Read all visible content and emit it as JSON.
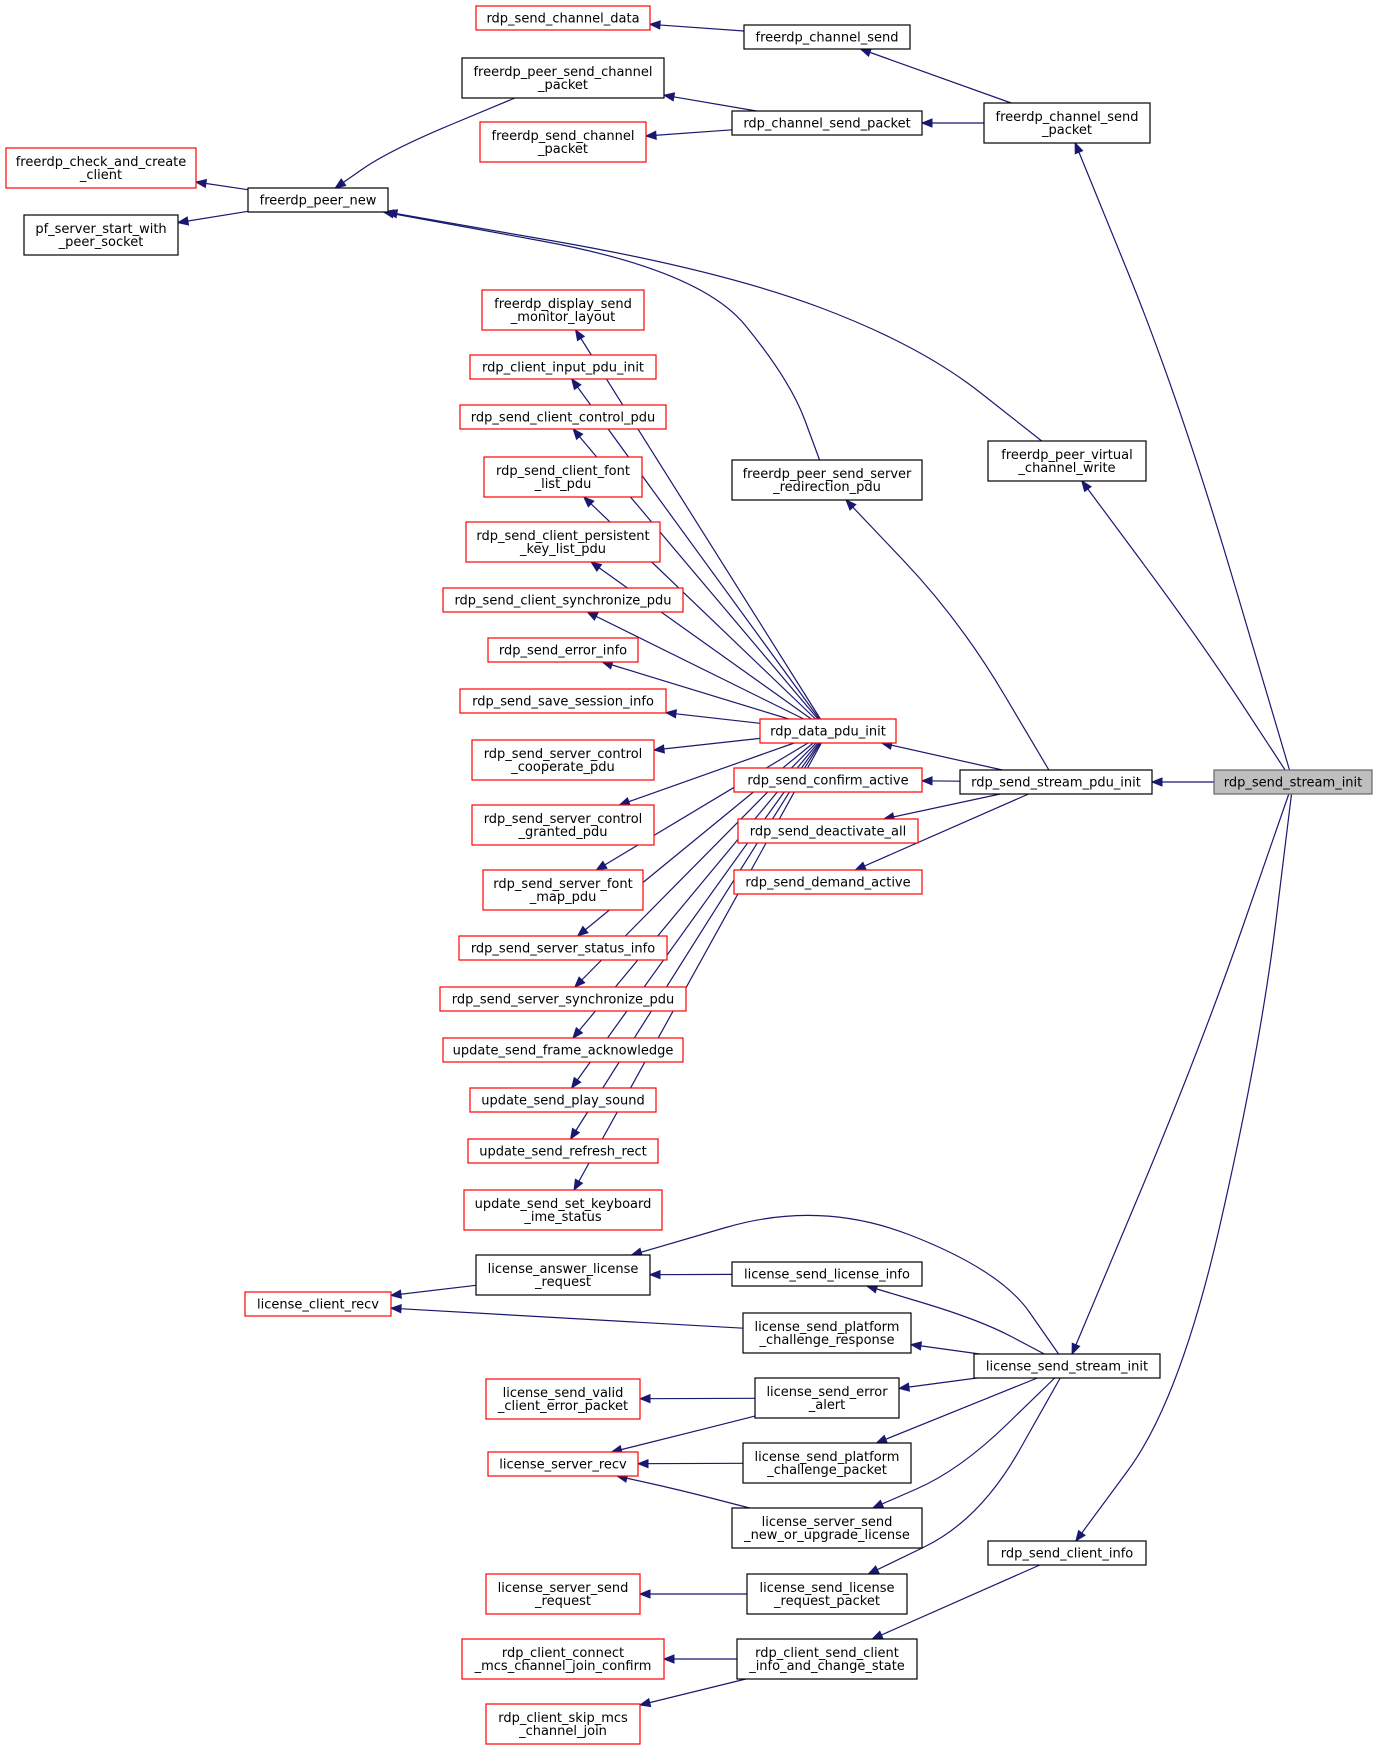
{
  "colors": {
    "edge": "#191970",
    "border_normal": "#000000",
    "border_truncated": "#ff0000",
    "focus_fill": "#bfbfbf",
    "background": "#ffffff"
  },
  "nodes": [
    {
      "id": "rdp_send_stream_init",
      "lines": [
        "rdp_send_stream_init"
      ],
      "style": "focus"
    },
    {
      "id": "rdp_send_stream_pdu_init",
      "lines": [
        "rdp_send_stream_pdu_init"
      ],
      "style": "normal"
    },
    {
      "id": "freerdp_channel_send_packet",
      "lines": [
        "freerdp_channel_send",
        "_packet"
      ],
      "style": "normal"
    },
    {
      "id": "freerdp_channel_send",
      "lines": [
        "freerdp_channel_send"
      ],
      "style": "normal"
    },
    {
      "id": "rdp_send_channel_data",
      "lines": [
        "rdp_send_channel_data"
      ],
      "style": "truncated"
    },
    {
      "id": "rdp_channel_send_packet",
      "lines": [
        "rdp_channel_send_packet"
      ],
      "style": "normal"
    },
    {
      "id": "freerdp_peer_send_channel_packet",
      "lines": [
        "freerdp_peer_send_channel",
        "_packet"
      ],
      "style": "normal"
    },
    {
      "id": "freerdp_send_channel_packet",
      "lines": [
        "freerdp_send_channel",
        "_packet"
      ],
      "style": "truncated"
    },
    {
      "id": "freerdp_peer_new",
      "lines": [
        "freerdp_peer_new"
      ],
      "style": "normal"
    },
    {
      "id": "freerdp_check_and_create_client",
      "lines": [
        "freerdp_check_and_create",
        "_client"
      ],
      "style": "truncated"
    },
    {
      "id": "pf_server_start_with_peer_socket",
      "lines": [
        "pf_server_start_with",
        "_peer_socket"
      ],
      "style": "normal"
    },
    {
      "id": "freerdp_peer_virtual_channel_write",
      "lines": [
        "freerdp_peer_virtual",
        "_channel_write"
      ],
      "style": "normal"
    },
    {
      "id": "freerdp_peer_send_server_redirection_pdu",
      "lines": [
        "freerdp_peer_send_server",
        "_redirection_pdu"
      ],
      "style": "normal"
    },
    {
      "id": "rdp_data_pdu_init",
      "lines": [
        "rdp_data_pdu_init"
      ],
      "style": "truncated"
    },
    {
      "id": "freerdp_display_send_monitor_layout",
      "lines": [
        "freerdp_display_send",
        "_monitor_layout"
      ],
      "style": "truncated"
    },
    {
      "id": "rdp_client_input_pdu_init",
      "lines": [
        "rdp_client_input_pdu_init"
      ],
      "style": "truncated"
    },
    {
      "id": "rdp_send_client_control_pdu",
      "lines": [
        "rdp_send_client_control_pdu"
      ],
      "style": "truncated"
    },
    {
      "id": "rdp_send_client_font_list_pdu",
      "lines": [
        "rdp_send_client_font",
        "_list_pdu"
      ],
      "style": "truncated"
    },
    {
      "id": "rdp_send_client_persistent_key_list_pdu",
      "lines": [
        "rdp_send_client_persistent",
        "_key_list_pdu"
      ],
      "style": "truncated"
    },
    {
      "id": "rdp_send_client_synchronize_pdu",
      "lines": [
        "rdp_send_client_synchronize_pdu"
      ],
      "style": "truncated"
    },
    {
      "id": "rdp_send_error_info",
      "lines": [
        "rdp_send_error_info"
      ],
      "style": "truncated"
    },
    {
      "id": "rdp_send_save_session_info",
      "lines": [
        "rdp_send_save_session_info"
      ],
      "style": "truncated"
    },
    {
      "id": "rdp_send_server_control_cooperate_pdu",
      "lines": [
        "rdp_send_server_control",
        "_cooperate_pdu"
      ],
      "style": "truncated"
    },
    {
      "id": "rdp_send_server_control_granted_pdu",
      "lines": [
        "rdp_send_server_control",
        "_granted_pdu"
      ],
      "style": "truncated"
    },
    {
      "id": "rdp_send_server_font_map_pdu",
      "lines": [
        "rdp_send_server_font",
        "_map_pdu"
      ],
      "style": "truncated"
    },
    {
      "id": "rdp_send_server_status_info",
      "lines": [
        "rdp_send_server_status_info"
      ],
      "style": "truncated"
    },
    {
      "id": "rdp_send_server_synchronize_pdu",
      "lines": [
        "rdp_send_server_synchronize_pdu"
      ],
      "style": "truncated"
    },
    {
      "id": "update_send_frame_acknowledge",
      "lines": [
        "update_send_frame_acknowledge"
      ],
      "style": "truncated"
    },
    {
      "id": "update_send_play_sound",
      "lines": [
        "update_send_play_sound"
      ],
      "style": "truncated"
    },
    {
      "id": "update_send_refresh_rect",
      "lines": [
        "update_send_refresh_rect"
      ],
      "style": "truncated"
    },
    {
      "id": "update_send_set_keyboard_ime_status",
      "lines": [
        "update_send_set_keyboard",
        "_ime_status"
      ],
      "style": "truncated"
    },
    {
      "id": "rdp_send_confirm_active",
      "lines": [
        "rdp_send_confirm_active"
      ],
      "style": "truncated"
    },
    {
      "id": "rdp_send_deactivate_all",
      "lines": [
        "rdp_send_deactivate_all"
      ],
      "style": "truncated"
    },
    {
      "id": "rdp_send_demand_active",
      "lines": [
        "rdp_send_demand_active"
      ],
      "style": "truncated"
    },
    {
      "id": "license_answer_license_request",
      "lines": [
        "license_answer_license",
        "_request"
      ],
      "style": "normal"
    },
    {
      "id": "license_client_recv",
      "lines": [
        "license_client_recv"
      ],
      "style": "truncated"
    },
    {
      "id": "license_send_license_info",
      "lines": [
        "license_send_license_info"
      ],
      "style": "normal"
    },
    {
      "id": "license_send_platform_challenge_response",
      "lines": [
        "license_send_platform",
        "_challenge_response"
      ],
      "style": "normal"
    },
    {
      "id": "license_send_stream_init",
      "lines": [
        "license_send_stream_init"
      ],
      "style": "normal"
    },
    {
      "id": "license_send_valid_client_error_packet",
      "lines": [
        "license_send_valid",
        "_client_error_packet"
      ],
      "style": "truncated"
    },
    {
      "id": "license_send_error_alert",
      "lines": [
        "license_send_error",
        "_alert"
      ],
      "style": "normal"
    },
    {
      "id": "license_server_recv",
      "lines": [
        "license_server_recv"
      ],
      "style": "truncated"
    },
    {
      "id": "license_send_platform_challenge_packet",
      "lines": [
        "license_send_platform",
        "_challenge_packet"
      ],
      "style": "normal"
    },
    {
      "id": "license_server_send_new_or_upgrade_license",
      "lines": [
        "license_server_send",
        "_new_or_upgrade_license"
      ],
      "style": "normal"
    },
    {
      "id": "rdp_send_client_info",
      "lines": [
        "rdp_send_client_info"
      ],
      "style": "normal"
    },
    {
      "id": "license_server_send_request",
      "lines": [
        "license_server_send",
        "_request"
      ],
      "style": "truncated"
    },
    {
      "id": "license_send_license_request_packet",
      "lines": [
        "license_send_license",
        "_request_packet"
      ],
      "style": "normal"
    },
    {
      "id": "rdp_client_connect_mcs_channel_join_confirm",
      "lines": [
        "rdp_client_connect",
        "_mcs_channel_join_confirm"
      ],
      "style": "truncated"
    },
    {
      "id": "rdp_client_send_client_info_and_change_state",
      "lines": [
        "rdp_client_send_client",
        "_info_and_change_state"
      ],
      "style": "normal"
    },
    {
      "id": "rdp_client_skip_mcs_channel_join",
      "lines": [
        "rdp_client_skip_mcs",
        "_channel_join"
      ],
      "style": "truncated"
    }
  ],
  "edges": [
    {
      "from": "rdp_send_channel_data",
      "to": "freerdp_channel_send"
    },
    {
      "from": "freerdp_channel_send",
      "to": "freerdp_channel_send_packet"
    },
    {
      "from": "freerdp_peer_send_channel_packet",
      "to": "rdp_channel_send_packet"
    },
    {
      "from": "freerdp_send_channel_packet",
      "to": "rdp_channel_send_packet"
    },
    {
      "from": "rdp_channel_send_packet",
      "to": "freerdp_channel_send_packet"
    },
    {
      "from": "freerdp_channel_send_packet",
      "to": "rdp_send_stream_init"
    },
    {
      "from": "freerdp_check_and_create_client",
      "to": "freerdp_peer_new"
    },
    {
      "from": "pf_server_start_with_peer_socket",
      "to": "freerdp_peer_new"
    },
    {
      "from": "freerdp_peer_new",
      "to": "freerdp_peer_send_channel_packet"
    },
    {
      "from": "freerdp_peer_new",
      "to": "freerdp_peer_virtual_channel_write"
    },
    {
      "from": "freerdp_peer_new",
      "to": "freerdp_peer_send_server_redirection_pdu"
    },
    {
      "from": "freerdp_peer_virtual_channel_write",
      "to": "rdp_send_stream_init"
    },
    {
      "from": "freerdp_peer_send_server_redirection_pdu",
      "to": "rdp_send_stream_pdu_init"
    },
    {
      "from": "freerdp_display_send_monitor_layout",
      "to": "rdp_data_pdu_init"
    },
    {
      "from": "rdp_client_input_pdu_init",
      "to": "rdp_data_pdu_init"
    },
    {
      "from": "rdp_send_client_control_pdu",
      "to": "rdp_data_pdu_init"
    },
    {
      "from": "rdp_send_client_font_list_pdu",
      "to": "rdp_data_pdu_init"
    },
    {
      "from": "rdp_send_client_persistent_key_list_pdu",
      "to": "rdp_data_pdu_init"
    },
    {
      "from": "rdp_send_client_synchronize_pdu",
      "to": "rdp_data_pdu_init"
    },
    {
      "from": "rdp_send_error_info",
      "to": "rdp_data_pdu_init"
    },
    {
      "from": "rdp_send_save_session_info",
      "to": "rdp_data_pdu_init"
    },
    {
      "from": "rdp_send_server_control_cooperate_pdu",
      "to": "rdp_data_pdu_init"
    },
    {
      "from": "rdp_send_server_control_granted_pdu",
      "to": "rdp_data_pdu_init"
    },
    {
      "from": "rdp_send_server_font_map_pdu",
      "to": "rdp_data_pdu_init"
    },
    {
      "from": "rdp_send_server_status_info",
      "to": "rdp_data_pdu_init"
    },
    {
      "from": "rdp_send_server_synchronize_pdu",
      "to": "rdp_data_pdu_init"
    },
    {
      "from": "update_send_frame_acknowledge",
      "to": "rdp_data_pdu_init"
    },
    {
      "from": "update_send_play_sound",
      "to": "rdp_data_pdu_init"
    },
    {
      "from": "update_send_refresh_rect",
      "to": "rdp_data_pdu_init"
    },
    {
      "from": "update_send_set_keyboard_ime_status",
      "to": "rdp_data_pdu_init"
    },
    {
      "from": "rdp_data_pdu_init",
      "to": "rdp_send_stream_pdu_init"
    },
    {
      "from": "rdp_send_confirm_active",
      "to": "rdp_send_stream_pdu_init"
    },
    {
      "from": "rdp_send_deactivate_all",
      "to": "rdp_send_stream_pdu_init"
    },
    {
      "from": "rdp_send_demand_active",
      "to": "rdp_send_stream_pdu_init"
    },
    {
      "from": "rdp_send_stream_pdu_init",
      "to": "rdp_send_stream_init"
    },
    {
      "from": "license_client_recv",
      "to": "license_answer_license_request"
    },
    {
      "from": "license_client_recv",
      "to": "license_send_platform_challenge_response"
    },
    {
      "from": "license_answer_license_request",
      "to": "license_send_license_info"
    },
    {
      "from": "license_answer_license_request",
      "to": "license_send_stream_init"
    },
    {
      "from": "license_send_license_info",
      "to": "license_send_stream_init"
    },
    {
      "from": "license_send_platform_challenge_response",
      "to": "license_send_stream_init"
    },
    {
      "from": "license_send_valid_client_error_packet",
      "to": "license_send_error_alert"
    },
    {
      "from": "license_server_recv",
      "to": "license_send_error_alert"
    },
    {
      "from": "license_server_recv",
      "to": "license_send_platform_challenge_packet"
    },
    {
      "from": "license_server_recv",
      "to": "license_server_send_new_or_upgrade_license"
    },
    {
      "from": "license_send_error_alert",
      "to": "license_send_stream_init"
    },
    {
      "from": "license_send_platform_challenge_packet",
      "to": "license_send_stream_init"
    },
    {
      "from": "license_server_send_new_or_upgrade_license",
      "to": "license_send_stream_init"
    },
    {
      "from": "license_server_send_request",
      "to": "license_send_license_request_packet"
    },
    {
      "from": "license_send_license_request_packet",
      "to": "license_send_stream_init"
    },
    {
      "from": "license_send_stream_init",
      "to": "rdp_send_stream_init"
    },
    {
      "from": "rdp_client_connect_mcs_channel_join_confirm",
      "to": "rdp_client_send_client_info_and_change_state"
    },
    {
      "from": "rdp_client_skip_mcs_channel_join",
      "to": "rdp_client_send_client_info_and_change_state"
    },
    {
      "from": "rdp_client_send_client_info_and_change_state",
      "to": "rdp_send_client_info"
    },
    {
      "from": "rdp_send_client_info",
      "to": "rdp_send_stream_init"
    }
  ]
}
